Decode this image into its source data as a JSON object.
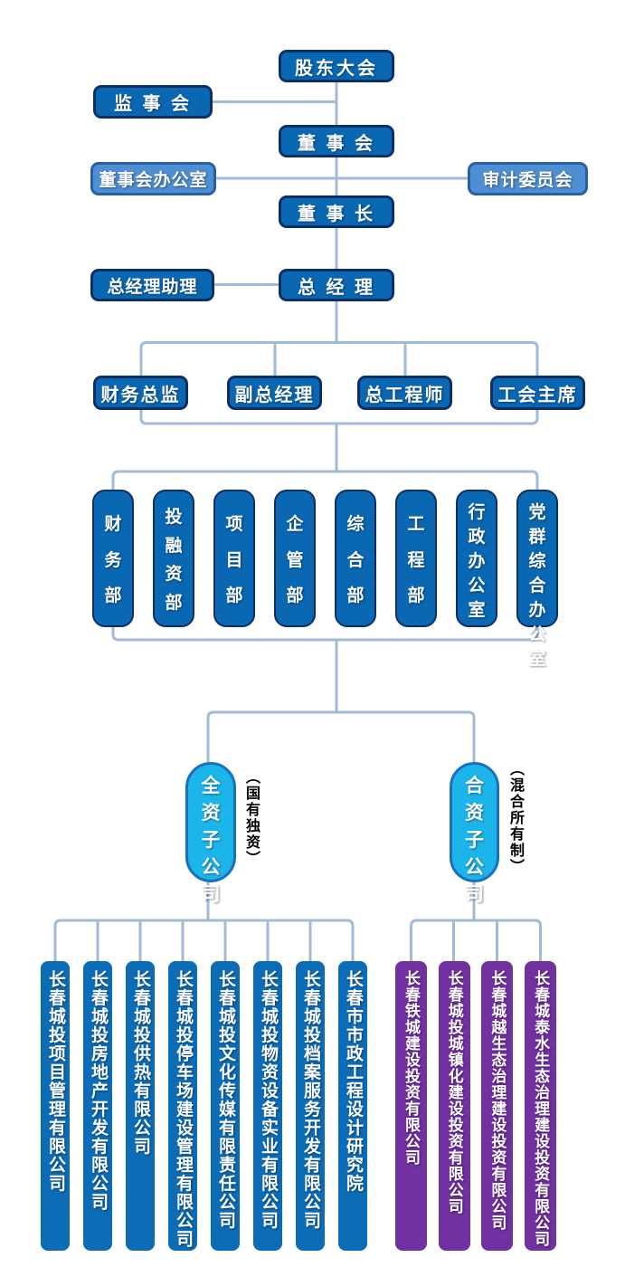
{
  "colors": {
    "node_dark_blue": "#0a67b2",
    "node_border_navy": "#0e2f66",
    "node_light_blue": "#4e8ed2",
    "oval_cyan": "#1cb5ea",
    "subsidiary_blue": "#0c6cb6",
    "subsidiary_purple": "#7131a1",
    "connector": "#a0bada"
  },
  "hierarchy": {
    "shareholders_meeting": "股东大会",
    "supervisory_board": "监 事 会",
    "board_of_directors": "董 事 会",
    "board_office": "董事会办公室",
    "audit_committee": "审计委员会",
    "chairman": "董 事 长",
    "gm_assistant": "总经理助理",
    "general_manager": "总 经 理",
    "executives": [
      "财务总监",
      "副总经理",
      "总工程师",
      "工会主席"
    ],
    "departments": [
      "财务部",
      "投融资部",
      "项目部",
      "企管部",
      "综合部",
      "工程部",
      "行政办公室",
      "党群综合办公室"
    ],
    "subsidiary_groups": [
      {
        "label": "全资子公司",
        "note": "（国有独资）",
        "companies": [
          "长春城投项目管理有限公司",
          "长春城投房地产开发有限公司",
          "长春城投供热有限公司",
          "长春城投停车场建设管理有限公司",
          "长春城投文化传媒有限责任公司",
          "长春城投物资设备实业有限公司",
          "长春城投档案服务开发有限公司",
          "长春市市政工程设计研究院"
        ]
      },
      {
        "label": "合资子公司",
        "note": "（混合所有制）",
        "companies": [
          "长春铁城建设投资有限公司",
          "长春城投城镇化建设投资有限公司",
          "长春城越生态治理建设投资有限公司",
          "长春城泰水生态治理建设投资有限公司"
        ]
      }
    ]
  }
}
